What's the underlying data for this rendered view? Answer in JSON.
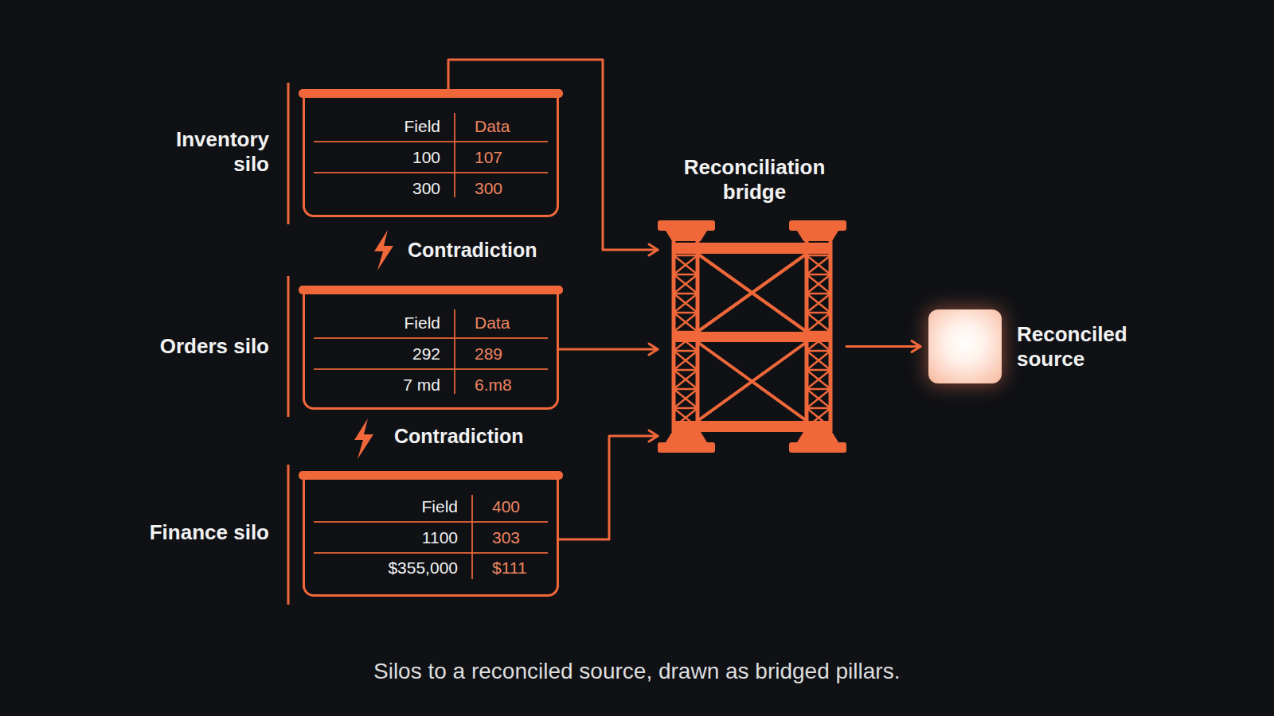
{
  "diagram": {
    "caption": "Silos to a reconciled source, drawn as bridged pillars.",
    "nodes": [
      {
        "text": [
          "Inventory silo",
          "Field",
          "Data",
          "100",
          "107",
          "300",
          "300"
        ]
      },
      {
        "text": [
          "Orders silo",
          "Field",
          "Data",
          "292",
          "289",
          "7 md",
          "6.m8"
        ]
      },
      {
        "text": [
          "Finance silo",
          "Field",
          "400",
          "1100",
          "303",
          "$355,000",
          "$111"
        ]
      },
      {
        "text": [
          "Reconciliation bridge"
        ]
      },
      {
        "text": [
          "Reconciled source"
        ]
      }
    ],
    "edges": [
      {
        "from": 0,
        "to": 3,
        "arrow": "to"
      },
      {
        "from": 1,
        "to": 3,
        "arrow": "to"
      },
      {
        "from": 2,
        "to": 3,
        "arrow": "to"
      },
      {
        "from": 3,
        "to": 4,
        "arrow": "to"
      }
    ],
    "labels": [
      "Contradiction",
      "Contradiction"
    ]
  }
}
